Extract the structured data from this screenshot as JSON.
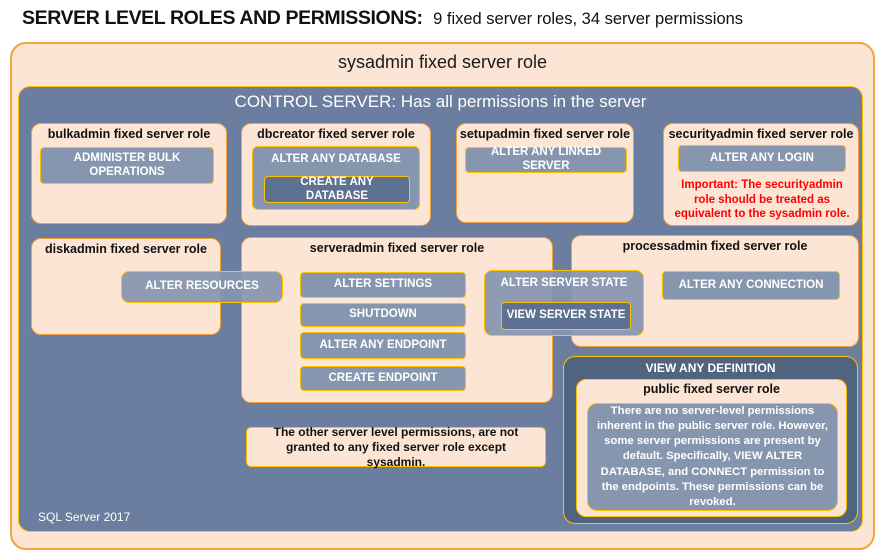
{
  "header": {
    "title_main": "SERVER LEVEL ROLES AND PERMISSIONS:",
    "title_sub": "9 fixed server roles, 34 server permissions"
  },
  "sysadmin_role": {
    "label": "sysadmin fixed server role"
  },
  "control_server": {
    "label": "CONTROL SERVER: Has all permissions in the server"
  },
  "roles": [
    {
      "id": "bulkadmin",
      "label": "bulkadmin fixed server role",
      "perm": "ADMINISTER BULK OPERATIONS"
    },
    {
      "id": "dbcreator",
      "label": "dbcreator fixed server role",
      "perm_outer": "ALTER ANY DATABASE",
      "perm_nested": "CREATE ANY DATABASE"
    },
    {
      "id": "setupadmin",
      "label": "setupadmin fixed server role",
      "perm": "ALTER ANY LINKED SERVER"
    },
    {
      "id": "securityadmin",
      "label": "securityadmin fixed server role",
      "perm": "ALTER ANY LOGIN",
      "warning": "Important: The securityadmin role should be treated as equivalent to the sysadmin role."
    },
    {
      "id": "diskadmin",
      "label": "diskadmin fixed server role",
      "perm": "ALTER RESOURCES"
    },
    {
      "id": "serveradmin",
      "label": "serveradmin fixed server role",
      "perms": [
        "ALTER SETTINGS",
        "SHUTDOWN",
        "ALTER ANY ENDPOINT",
        "CREATE ENDPOINT"
      ],
      "perm_outer": "ALTER SERVER STATE",
      "perm_nested": "VIEW SERVER STATE"
    },
    {
      "id": "processadmin",
      "label": "processadmin fixed server role",
      "perm": "ALTER ANY CONNECTION"
    }
  ],
  "note": "The other server level permissions, are not granted to any fixed server role except sysadmin.",
  "view_any_definition": {
    "label": "VIEW ANY DEFINITION",
    "public_role": {
      "label": "public fixed server role",
      "description": "There are no server-level permissions inherent in the public server role. However, some server permissions are present by default. Specifically, VIEW ALTER DATABASE, and CONNECT permission to the endpoints. These permissions can be revoked."
    }
  },
  "footer": "SQL Server 2017",
  "colors": {
    "peach_fill": "#FCE5D4",
    "orange_border": "#F2A33C",
    "gold_border": "#FFC000",
    "slate_fill": "#6B7E9F",
    "perm_fill": "#8796AF",
    "perm_dark_fill": "#5E7190",
    "definition_fill": "#50637F",
    "warning_red": "#FF0000"
  }
}
